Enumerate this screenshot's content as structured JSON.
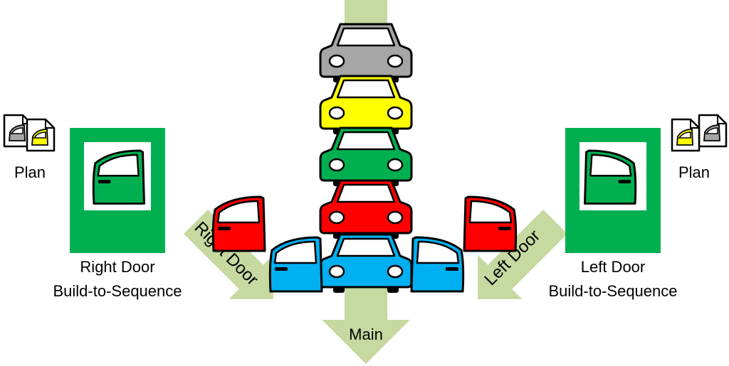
{
  "labels": {
    "plan_left": "Plan",
    "plan_right": "Plan",
    "right_station_line1": "Right Door",
    "right_station_line2": "Build-to-Sequence",
    "left_station_line1": "Left Door",
    "left_station_line2": "Build-to-Sequence",
    "right_door_flow": "Right Door",
    "left_door_flow": "Left Door",
    "main_flow": "Main"
  },
  "car_sequence": [
    {
      "color": "#a6a6a6",
      "name": "gray"
    },
    {
      "color": "#ffff00",
      "name": "yellow"
    },
    {
      "color": "#00b050",
      "name": "green"
    },
    {
      "color": "#ff0000",
      "name": "red"
    },
    {
      "color": "#00b0f0",
      "name": "blue"
    }
  ],
  "colors": {
    "station": "#00b050",
    "arrow": "#c5d9a0",
    "door_red": "#ff0000",
    "door_blue": "#00b0f0",
    "door_green": "#00b050",
    "doc_gray": "#a6a6a6",
    "doc_yellow": "#ffff00"
  }
}
